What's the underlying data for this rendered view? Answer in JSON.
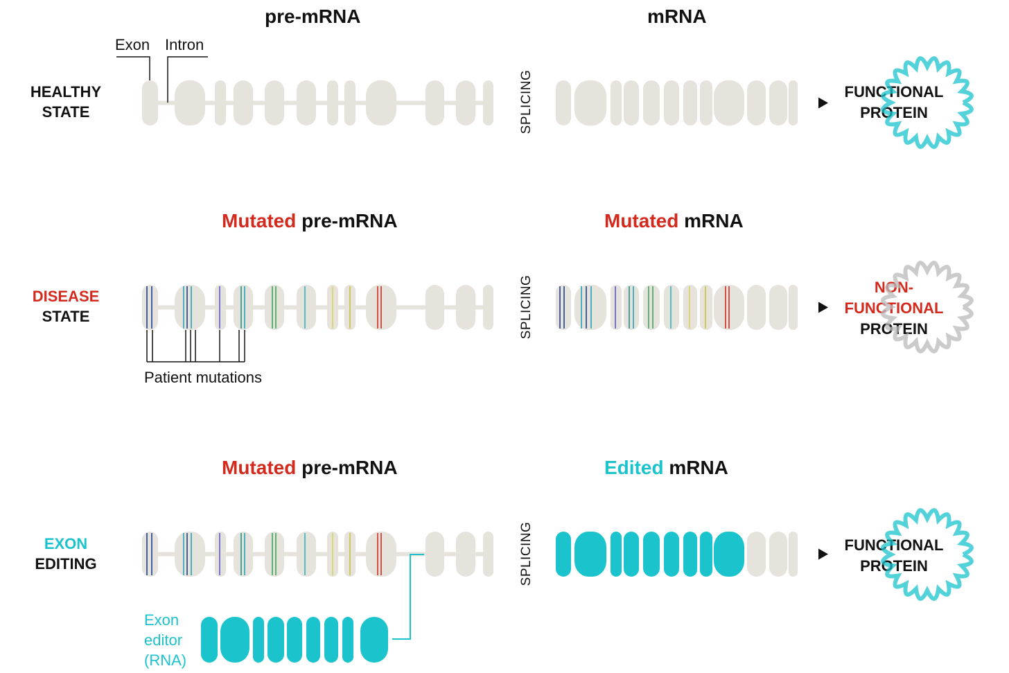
{
  "colors": {
    "exon_gray": "#e6e2dc",
    "accent_red": "#d42a1e",
    "accent_teal": "#1bc3cc",
    "text": "#111111"
  },
  "header": {
    "col1": "pre-mRNA",
    "col2": "mRNA"
  },
  "rows": [
    {
      "label_line1": "HEALTHY",
      "label_line2": "STATE",
      "pre_title_pre": "",
      "pre_title_post": "",
      "mrna_title_pre": "",
      "mrna_title_post": "",
      "splicing": "SPLICING",
      "protein_line1": "FUNCTIONAL",
      "protein_line2": "PROTEIN",
      "protein_line3": ""
    },
    {
      "label_line1": "DISEASE",
      "label_line2": "STATE",
      "pre_title_pre": "Mutated",
      "pre_title_post": "pre-mRNA",
      "mrna_title_pre": "Mutated",
      "mrna_title_post": "mRNA",
      "splicing": "SPLICING",
      "protein_line1": "NON-",
      "protein_line2": "FUNCTIONAL",
      "protein_line3": "PROTEIN"
    },
    {
      "label_line1": "EXON",
      "label_line2": "EDITING",
      "pre_title_pre": "Mutated",
      "pre_title_post": "pre-mRNA",
      "mrna_title_pre": "Edited",
      "mrna_title_post": "mRNA",
      "splicing": "SPLICING",
      "protein_line1": "FUNCTIONAL",
      "protein_line2": "PROTEIN",
      "protein_line3": ""
    }
  ],
  "annotations": {
    "exon": "Exon",
    "intron": "Intron",
    "patient_mutations": "Patient mutations",
    "editor_line1": "Exon",
    "editor_line2": "editor",
    "editor_line3": "(RNA)"
  },
  "mutation_colors": [
    "#1d3f8a",
    "#23a3b5",
    "#5a56c9",
    "#1f8f8a",
    "#3aa657",
    "#2fb2c4",
    "#d8d45a",
    "#c9c23a",
    "#d42a1e"
  ]
}
